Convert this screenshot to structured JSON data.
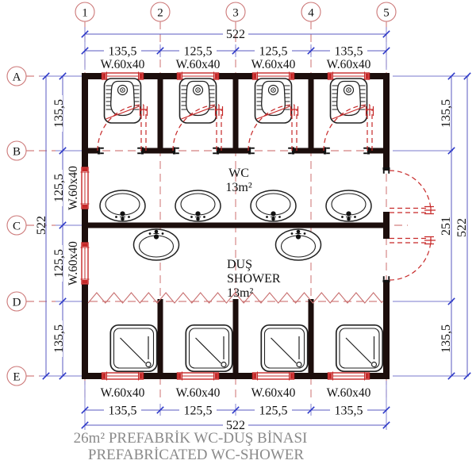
{
  "plan": {
    "grid_cols": [
      "1",
      "2",
      "3",
      "4",
      "5"
    ],
    "grid_rows": [
      "A",
      "B",
      "C",
      "D",
      "E"
    ],
    "window_label": "W.60x40",
    "rooms": {
      "wc": {
        "name": "WC",
        "area": "13m²"
      },
      "shower": {
        "name_tr": "DUŞ",
        "name_en": "SHOWER",
        "area": "13m²"
      }
    },
    "dims": {
      "overall": "522",
      "top": [
        "135,5",
        "125,5",
        "125,5",
        "135,5"
      ],
      "bottom": [
        "135,5",
        "125,5",
        "125,5",
        "135,5"
      ],
      "left": [
        "135,5",
        "125,5",
        "125,5",
        "135,5"
      ],
      "right": [
        "135,5",
        "251",
        "135,5"
      ]
    },
    "title": {
      "line1": "26m² PREFABRİK WC-DUŞ BİNASI",
      "line2": "PREFABRİCATED WC-SHOWER"
    },
    "colors": {
      "wall": "#1c0e0c",
      "fixture_red": "#c62828",
      "grid_red": "#c86060",
      "dim_blue": "#4a4ab8",
      "title_gray": "#8a8a8a"
    }
  }
}
